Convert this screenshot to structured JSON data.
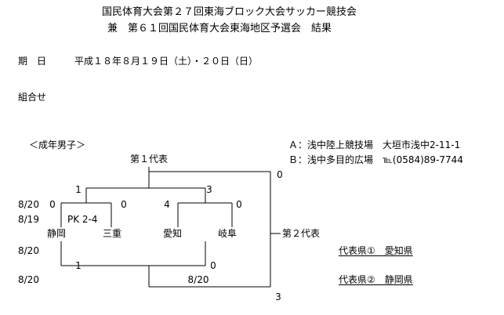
{
  "header": {
    "title_line1": "国民体育大会第２７回東海ブロック大会サッカー競技会",
    "title_line2": "兼　第６１回国民体育大会東海地区予選会　結果"
  },
  "info": {
    "date_label": "期　日",
    "date_value": "平成１８年８月１９日（土）・２０日（日）",
    "section_label": "組合せ"
  },
  "bracket": {
    "category": "＜成年男子＞",
    "rep1_label": "第１代表",
    "rep2_label": "第２代表",
    "teams": [
      "静岡",
      "三重",
      "愛知",
      "岐阜"
    ],
    "pk_note": "PK 2-4",
    "dates": [
      "8/20",
      "8/19",
      "8/20",
      "8/20"
    ],
    "bottom_date": "8/20",
    "scores": {
      "final1_left": "1",
      "final1_right": "3",
      "final1_top_right": "0",
      "semi_left_left": "0",
      "semi_left_right": "0",
      "semi_right_left": "4",
      "semi_right_right": "0",
      "playoff_left": "1",
      "playoff_right": "0",
      "playoff_bottom": "3"
    }
  },
  "venues": {
    "a": "Ａ：浅中陸上競技場　大垣市浅中2-11-1",
    "b": "Ｂ：浅中多目的広場　℡(0584)89-7744"
  },
  "results": {
    "rep1": "代表県①　愛知県",
    "rep2": "代表県②　静岡県"
  }
}
